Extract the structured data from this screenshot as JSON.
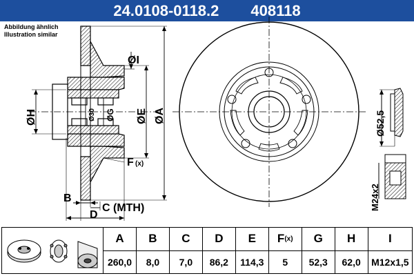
{
  "header": {
    "part_number": "24.0108-0118.2",
    "ref_number": "408118",
    "bg": "#1d4f9e"
  },
  "note": {
    "line1": "Abbildung ähnlich",
    "line2": "Illustration similar"
  },
  "labels": {
    "dia_I": "ØI",
    "dia_H": "ØH",
    "dia_30": "Ø30",
    "dia_G": "ØG",
    "dia_E": "ØE",
    "dia_A": "ØA",
    "F": "F",
    "F_sub": "(x)",
    "B": "B",
    "C": "C (MTH)",
    "D": "D",
    "dia_52_5": "Ø52,5",
    "M24x2": "M24x2"
  },
  "table": {
    "headers": [
      "A",
      "B",
      "C",
      "D",
      "E",
      "F",
      "G",
      "H",
      "I"
    ],
    "values": [
      "260,0",
      "8,0",
      "7,0",
      "86,2",
      "114,3",
      "5",
      "52,3",
      "62,0",
      "M12x1,5"
    ],
    "f_suffix": "(x)"
  },
  "icons": [
    "brake-disc-thumbnail-icon",
    "bearing-thumbnail-icon",
    "wheel-hub-thumbnail-icon"
  ]
}
